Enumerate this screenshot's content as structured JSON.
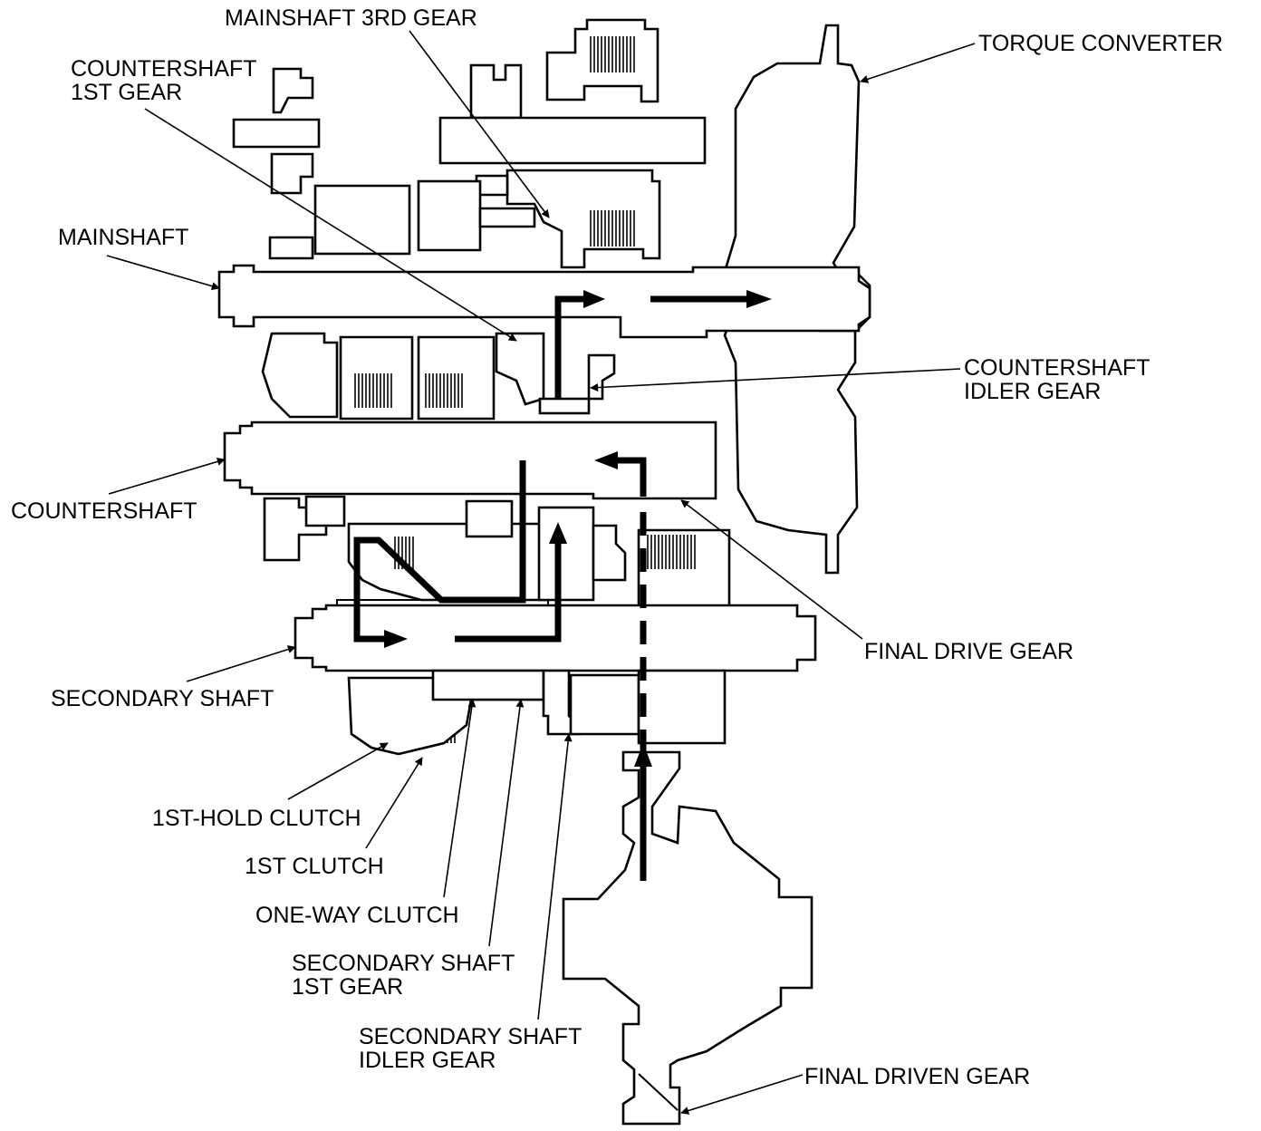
{
  "labels": {
    "mainshaft_3rd_gear": "MAINSHAFT 3RD GEAR",
    "torque_converter": "TORQUE CONVERTER",
    "countershaft_1st_gear_l1": "COUNTERSHAFT",
    "countershaft_1st_gear_l2": "1ST GEAR",
    "mainshaft": "MAINSHAFT",
    "countershaft_idler_gear_l1": "COUNTERSHAFT",
    "countershaft_idler_gear_l2": "IDLER GEAR",
    "countershaft": "COUNTERSHAFT",
    "final_drive_gear": "FINAL DRIVE GEAR",
    "secondary_shaft": "SECONDARY SHAFT",
    "first_hold_clutch": "1ST-HOLD CLUTCH",
    "first_clutch": "1ST CLUTCH",
    "one_way_clutch": "ONE-WAY CLUTCH",
    "secondary_shaft_1st_gear_l1": "SECONDARY SHAFT",
    "secondary_shaft_1st_gear_l2": "1ST GEAR",
    "secondary_shaft_idler_gear_l1": "SECONDARY SHAFT",
    "secondary_shaft_idler_gear_l2": "IDLER GEAR",
    "final_driven_gear": "FINAL DRIVEN GEAR"
  },
  "colors": {
    "ink": "#000000",
    "paper": "#ffffff"
  }
}
